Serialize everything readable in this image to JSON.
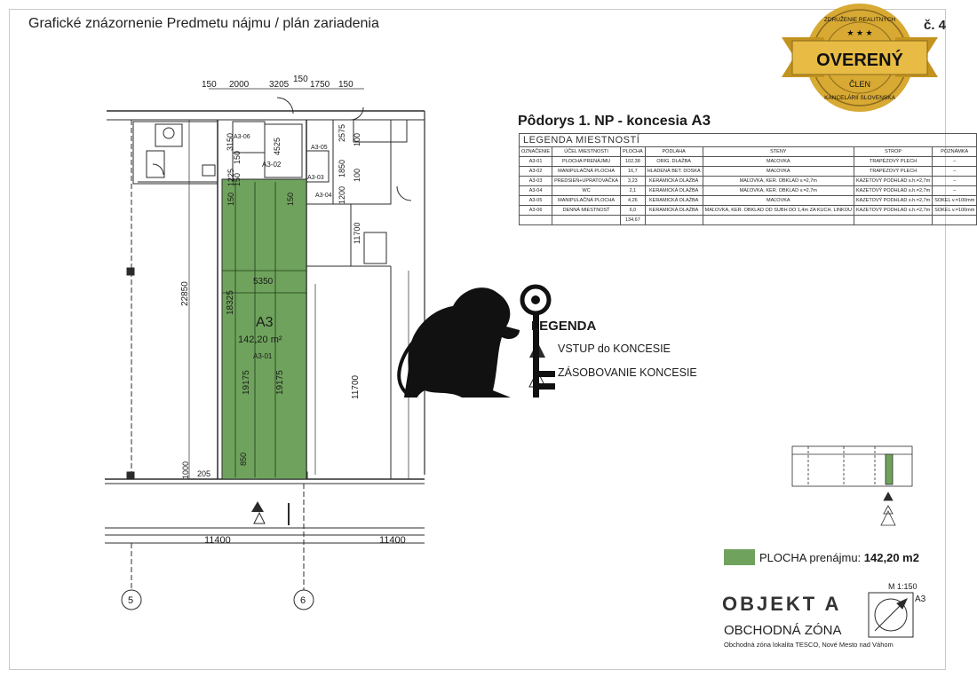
{
  "header": {
    "title": "Grafické znázornenie Predmetu nájmu / plán zariadenia",
    "page_no": "č. 4"
  },
  "badge": {
    "top_text": "ZDRUŽENIE REALITNÝCH",
    "main": "OVERENÝ",
    "sub": "ČLEN",
    "bottom_text": "KANCELÁRIÍ SLOVENSKA"
  },
  "plan": {
    "unit_label": "A3",
    "unit_area": "142,20 m²",
    "unit_code": "A3-01",
    "dims_top": [
      "150",
      "2000",
      "3205",
      "150",
      "1750",
      "150"
    ],
    "dims_misc": [
      "3150",
      "4525",
      "2575",
      "150",
      "1225",
      "150",
      "100",
      "1850",
      "100",
      "1200",
      "150",
      "150",
      "11700",
      "5350",
      "22850",
      "18325",
      "19175",
      "19175",
      "11700",
      "1000",
      "205",
      "850"
    ],
    "rooms_small": [
      "A3-06",
      "A3-02",
      "A3-05",
      "A3-03",
      "A3-04"
    ],
    "bottom_dims": [
      "11400",
      "11400"
    ],
    "axes": [
      "5",
      "6"
    ]
  },
  "room_legend": {
    "title_prefix": "Pôdorys 1. NP - koncesia",
    "title_code": "A3",
    "caption": "LEGENDA MIESTNOSTÍ",
    "headers": [
      "OZNAČENIE",
      "ÚČEL MIESTNOSTI",
      "PLOCHA",
      "PODLAHA",
      "STENY",
      "STROP",
      "POZNÁMKA"
    ],
    "rows": [
      [
        "A3-01",
        "PLOCHA PRENÁJMU",
        "102,38",
        "ORIG. DLAŽBA",
        "MAĽOVKA",
        "TRAPÉZOVÝ PLECH",
        "–"
      ],
      [
        "A3-02",
        "MANIPULAČNÁ PLOCHA",
        "16,7",
        "HLADENÁ BET. DOSKA",
        "MAĽOVKA",
        "TRAPÉZOVÝ PLECH",
        "–"
      ],
      [
        "A3-03",
        "PREDSIEŇ+UPRATOVAČKA",
        "3,23",
        "KERAMICKÁ DLAŽBA",
        "MAĽOVKA, KER. OBKLAD v.=2,7m",
        "KAZETOVÝ PODHLAD s.h.=2,7m",
        "–"
      ],
      [
        "A3-04",
        "WC",
        "2,1",
        "KERAMICKÁ DLAŽBA",
        "MAĽOVKA, KER. OBKLAD v.=2,7m",
        "KAZETOVÝ PODHLAD s.h.=2,7m",
        "–"
      ],
      [
        "A3-05",
        "MANIPULAČNÁ PLOCHA",
        "4,26",
        "KERAMICKÁ DLAŽBA",
        "MAĽOVKA",
        "KAZETOVÝ PODHLAD s.h.=2,7m",
        "SOKEL v.=100mm"
      ],
      [
        "A3-06",
        "DENNÁ MIESTNOSŤ",
        "6,0",
        "KERAMICKÁ DLAŽBA",
        "MAĽOVKA, KER. OBKLAD OD SUBH DO 1,4m ZA KUCH. LINKOU",
        "KAZETOVÝ PODHLAD s.h.=2,7m",
        "SOKEL v.=100mm"
      ],
      [
        "",
        "",
        "134,67",
        "",
        "",
        "",
        ""
      ]
    ]
  },
  "legend": {
    "heading": "LEGENDA",
    "entry1": "VSTUP do KONCESIE",
    "entry2": "ZÁSOBOVANIE KONCESIE"
  },
  "area": {
    "label": "PLOCHA prenájmu:",
    "value": "142,20 m2",
    "color": "#6fa35d"
  },
  "footer": {
    "object": "OBJEKT  A",
    "zone": "OBCHODNÁ ZÓNA",
    "location": "Obchodná zóna lokalita TESCO, Nové Mesto nad Váhom",
    "scale": "M 1:150",
    "code": "A3"
  },
  "colors": {
    "rent_green": "#6fa35d",
    "badge_gold": "#d8a933",
    "line": "#2b2b2b"
  }
}
